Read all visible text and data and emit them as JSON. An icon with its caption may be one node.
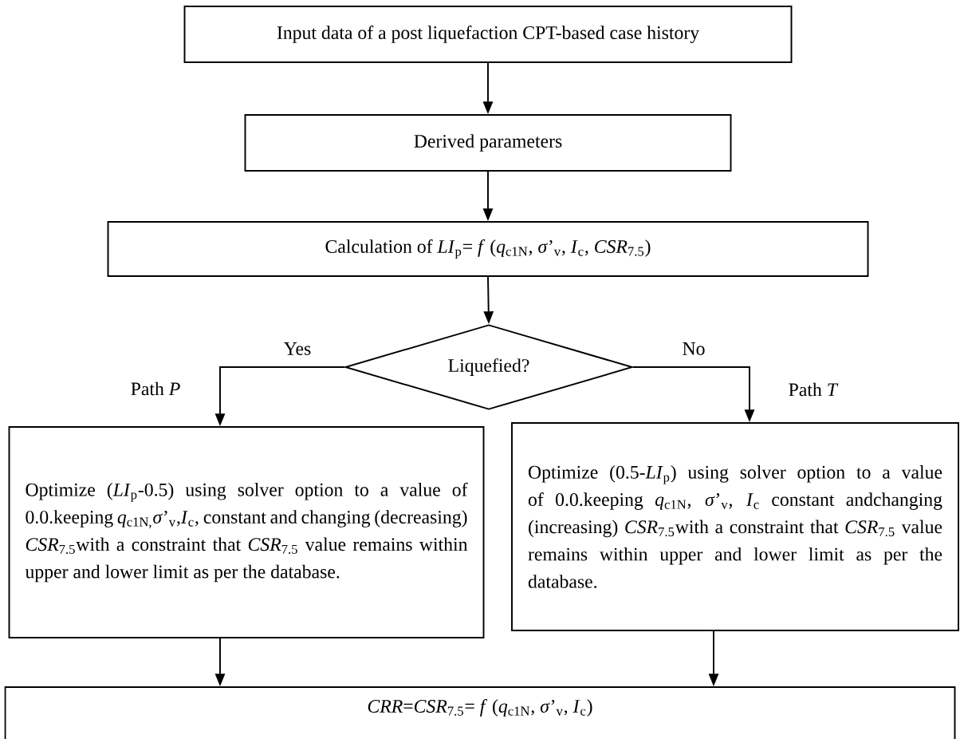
{
  "diagram": {
    "nodes": [
      {
        "text": [
          "Input data of a post liquefaction CPT-based case history"
        ]
      },
      {
        "text": [
          "Derived parameters"
        ]
      },
      {
        "text": [
          "Calculation of *LI*$_{p}$= *f* (*q*$_{c1N}$, *σ*’$_{v}$, *I*$_{c}$, *CSR*$_{7.5}$)"
        ]
      },
      {
        "text": [
          "Liquefied?"
        ]
      },
      {
        "text": [
          "Optimize (*LI*$_{p}$-0.5) using solver option to a value of 0.0.keeping *q*$_{c1N,}$*σ*’$_{v}$,*I*$_{c}$, constant and changing (decreasing) *CSR*$_{7.5}$with a constraint that *CSR*$_{7.5}$ value remains within upper and lower limit as per the database."
        ]
      },
      {
        "text": [
          "Optimize (0.5-*LI*$_{p}$) using solver option to a value of 0.0.keeping *q*$_{c1N}$, *σ*’$_{v}$, *I*$_{c}$ constant andchanging (increasing) *CSR*$_{7.5}$with a constraint that *CSR*$_{7.5}$ value remains within upper and lower limit as per the database."
        ]
      },
      {
        "text": [
          "*CRR*=*CSR*$_{7.5}$= *f* (*q*$_{c1N}$, *σ*’$_{v}$, *I*$_{c}$)"
        ]
      }
    ],
    "edges": [
      {
        "from": 0,
        "to": 1,
        "arrow": "to"
      },
      {
        "from": 1,
        "to": 2,
        "arrow": "to"
      },
      {
        "from": 2,
        "to": 3,
        "arrow": "to"
      },
      {
        "from": 3,
        "to": 4,
        "arrow": "to",
        "label": "Yes"
      },
      {
        "from": 3,
        "to": 5,
        "arrow": "to",
        "label": "No"
      },
      {
        "from": 4,
        "to": 6,
        "arrow": "to"
      },
      {
        "from": 5,
        "to": 6,
        "arrow": "to"
      }
    ],
    "labels": [
      "Path *P*",
      "Path *T*"
    ]
  }
}
